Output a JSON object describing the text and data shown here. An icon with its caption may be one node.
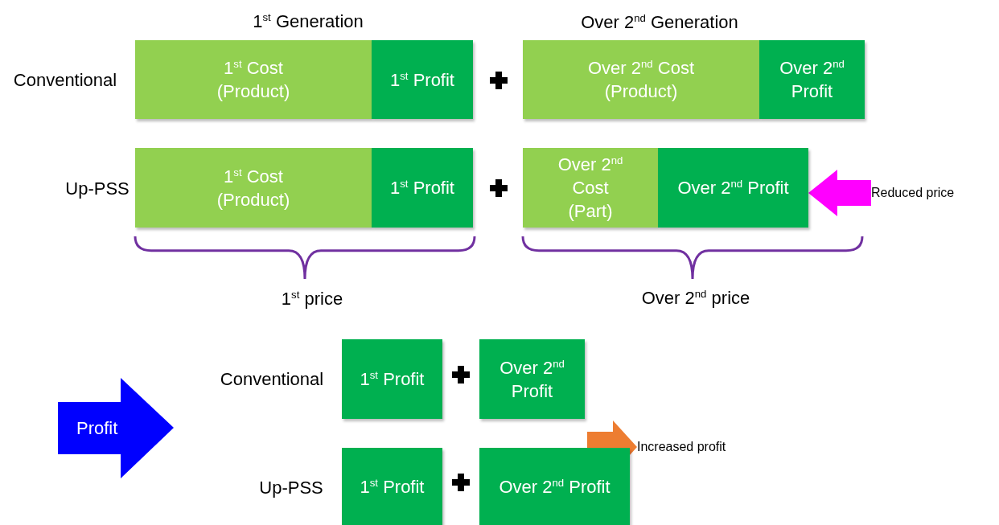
{
  "diagram": {
    "nodes": [
      {
        "text": [
          "1$^{st}$ Cost (Product)"
        ]
      },
      {
        "text": [
          "1$^{st}$ Profit"
        ]
      },
      {
        "text": [
          "Over 2$^{nd}$ Cost (Product)"
        ]
      },
      {
        "text": [
          "Over 2$^{nd}$ Profit"
        ]
      },
      {
        "text": [
          "1$^{st}$ Cost (Product)"
        ]
      },
      {
        "text": [
          "1$^{st}$ Profit"
        ]
      },
      {
        "text": [
          "Over 2$^{nd}$ Cost (Part)"
        ]
      },
      {
        "text": [
          "Over 2$^{nd}$ Profit"
        ]
      },
      {
        "text": [
          "Reduced price"
        ]
      },
      {
        "text": [
          "Profit"
        ]
      },
      {
        "text": [
          "1$^{st}$ Profit"
        ]
      },
      {
        "text": [
          "Over 2$^{nd}$ Profit"
        ]
      },
      {
        "text": [
          "1$^{st}$ Profit"
        ]
      },
      {
        "text": [
          "Over 2$^{nd}$ Profit"
        ]
      },
      {
        "text": [
          "Increased profit"
        ]
      }
    ],
    "edges": [
      {
        "from": 8,
        "to": 7,
        "arrow": "to",
        "color": "#ff00ff"
      },
      {
        "from": 13,
        "to": 14,
        "arrow": "to",
        "color": "#ed7d31"
      }
    ],
    "labels": [
      "1$^{st}$ Generation",
      "Over 2$^{nd}$ Generation",
      "Conventional",
      "Up-PSS",
      "1$^{st}$ price",
      "Over 2$^{nd}$ price",
      "Conventional",
      "Up-PSS"
    ]
  }
}
